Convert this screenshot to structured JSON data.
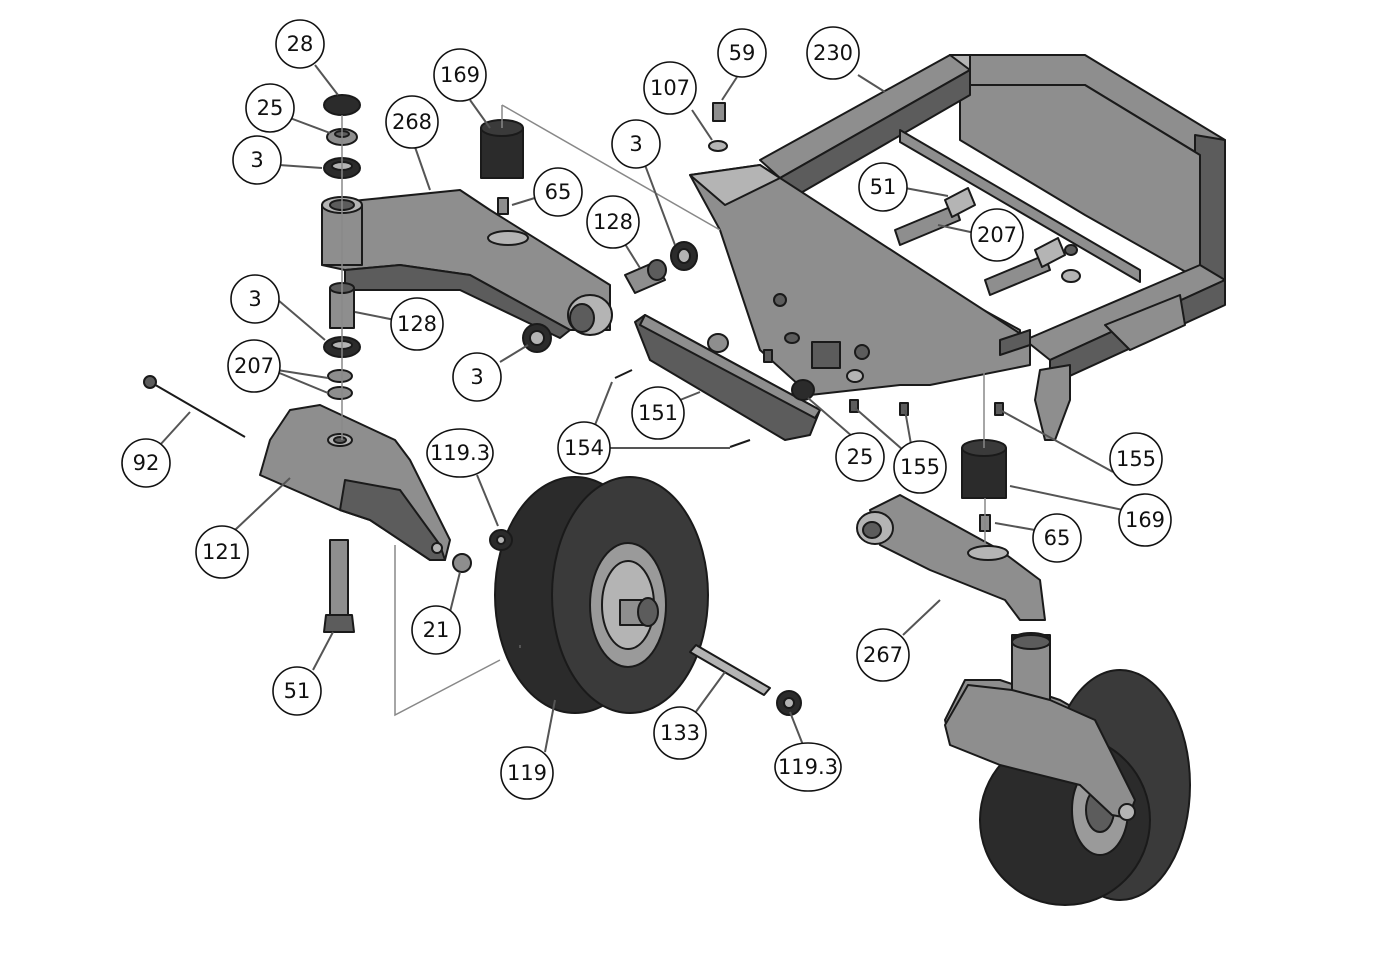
{
  "callouts": {
    "c28": "28",
    "c25a": "25",
    "c3a": "3",
    "c268": "268",
    "c169a": "169",
    "c65a": "65",
    "c128a": "128",
    "c3b": "3",
    "c107": "107",
    "c59": "59",
    "c230": "230",
    "c51a": "51",
    "c207a": "207",
    "c3c": "3",
    "c128b": "128",
    "c3d": "3",
    "c207b": "207",
    "c92": "92",
    "c121": "121",
    "c119_3a": "119.3",
    "c154": "154",
    "c151": "151",
    "c25b": "25",
    "c155a": "155",
    "c155b": "155",
    "c169b": "169",
    "c65b": "65",
    "c21": "21",
    "c51b": "51",
    "c267": "267",
    "c133": "133",
    "c119": "119",
    "c119_3b": "119.3"
  }
}
